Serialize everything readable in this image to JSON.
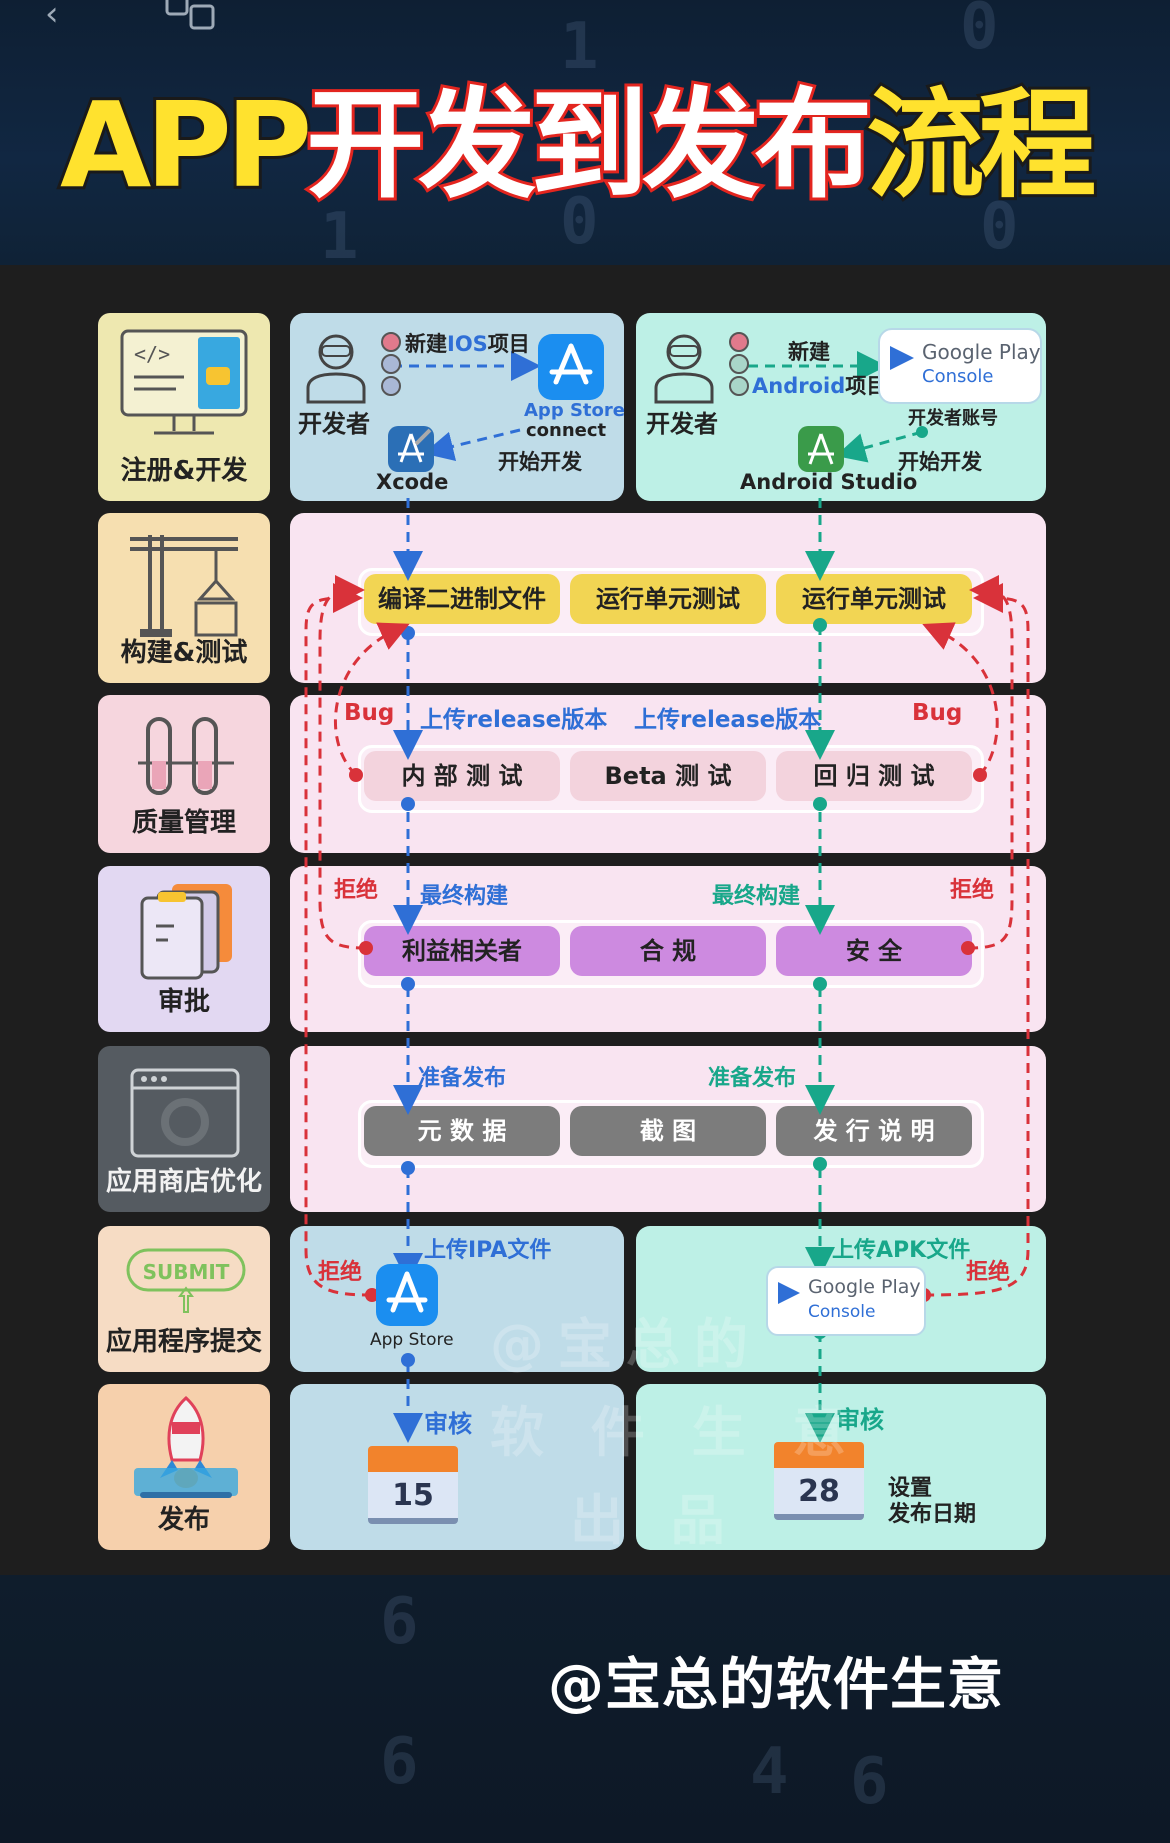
{
  "title": {
    "part1": "APP",
    "part2": "开发到发布",
    "part3": "流程"
  },
  "stages": [
    {
      "label": "注册&开发",
      "icon": "code-monitor-icon"
    },
    {
      "label": "构建&测试",
      "icon": "crane-icon"
    },
    {
      "label": "质量管理",
      "icon": "test-tubes-icon"
    },
    {
      "label": "审批",
      "icon": "clipboard-icon"
    },
    {
      "label": "应用商店优化",
      "icon": "browser-window-icon"
    },
    {
      "label": "应用程序提交",
      "icon": "submit-icon"
    },
    {
      "label": "发布",
      "icon": "rocket-icon"
    }
  ],
  "ios": {
    "developer": "开发者",
    "new_project_prefix": "新建",
    "new_project_ios": "IOS",
    "new_project_suffix": "项目",
    "appstore_line1": "App Store",
    "appstore_line2": "connect",
    "start_dev": "开始开发",
    "xcode": "Xcode"
  },
  "android": {
    "developer": "开发者",
    "new_label": "新建",
    "android_word": "Android",
    "project_word": "项目",
    "gp_line1": "Google Play",
    "gp_line2": "Console",
    "dev_account": "开发者账号",
    "start_dev": "开始开发",
    "studio": "Android Studio"
  },
  "build": {
    "pills": [
      "编译二进制文件",
      "运行单元测试",
      "运行单元测试"
    ]
  },
  "qa": {
    "bug_left": "Bug",
    "bug_right": "Bug",
    "upload_left": "上传release版本",
    "upload_right": "上传release版本",
    "pills": [
      "内 部 测 试",
      "Beta 测 试",
      "回 归 测 试"
    ]
  },
  "approval": {
    "reject_left": "拒绝",
    "reject_right": "拒绝",
    "final_left": "最终构建",
    "final_right": "最终构建",
    "pills": [
      "利益相关者",
      "合  规",
      "安  全"
    ]
  },
  "aso": {
    "prepare_left": "准备发布",
    "prepare_right": "准备发布",
    "pills": [
      "元 数 据",
      "截  图",
      "发 行 说 明"
    ]
  },
  "submit": {
    "reject_left": "拒绝",
    "reject_right": "拒绝",
    "upload_ipa": "上传IPA文件",
    "upload_apk": "上传APK文件",
    "appstore_label": "App Store",
    "gp_line1": "Google Play",
    "gp_line2": "Console"
  },
  "release": {
    "review_left": "审核",
    "review_right": "审核",
    "cal_ios": "15",
    "cal_android": "28",
    "set_date_line1": "设置",
    "set_date_line2": "发布日期"
  },
  "watermark": {
    "line1": "@宝总的",
    "line2": "软 件 生 意",
    "line3": "出 品"
  },
  "credit": "@宝总的软件生意",
  "colors": {
    "ios_flow": "#2f6fd6",
    "android_flow": "#18a78a",
    "reject_flow": "#d9323a",
    "title_yellow": "#ffe22e",
    "title_red": "#e3251f"
  }
}
